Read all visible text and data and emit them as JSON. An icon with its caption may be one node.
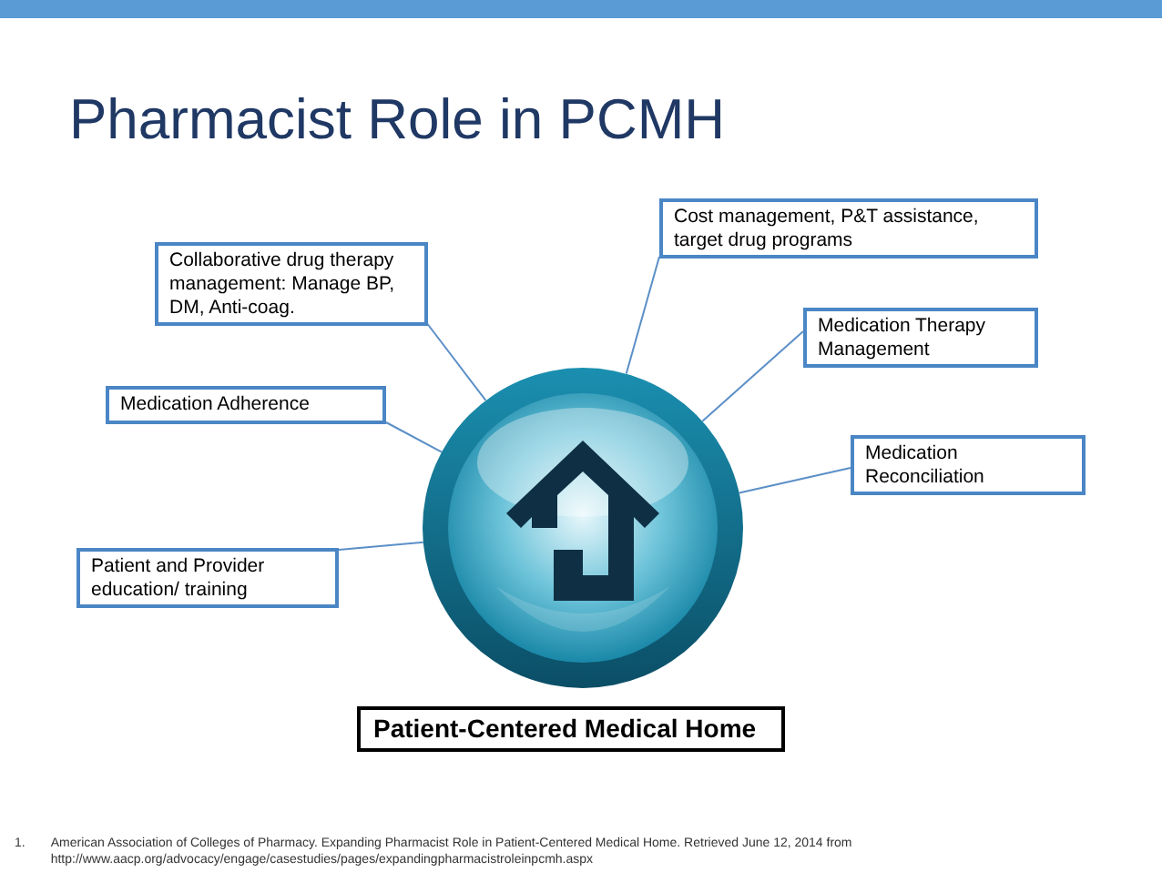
{
  "diagram": {
    "title": "Pharmacist Role in PCMH",
    "nodes": [
      {
        "text": [],
        "shape": "picture"
      },
      {
        "text": [
          "Cost management, P&T assistance, target drug programs"
        ]
      },
      {
        "text": [
          "Collaborative drug therapy management: Manage BP, DM, Anti-coag."
        ]
      },
      {
        "text": [
          "Medication Therapy Management"
        ]
      },
      {
        "text": [
          "Medication Adherence"
        ]
      },
      {
        "text": [
          "Medication Reconciliation"
        ]
      },
      {
        "text": [
          "Patient and Provider education/ training"
        ]
      },
      {
        "text": [
          "Patient-Centered Medical Home"
        ]
      }
    ],
    "edges": [
      {
        "from": 1,
        "to": 0,
        "arrow": "none"
      },
      {
        "from": 2,
        "to": 0,
        "arrow": "none"
      },
      {
        "from": 3,
        "to": 0,
        "arrow": "none"
      },
      {
        "from": 4,
        "to": 0,
        "arrow": "none"
      },
      {
        "from": 5,
        "to": 0,
        "arrow": "none"
      },
      {
        "from": 6,
        "to": 0,
        "arrow": "none"
      }
    ],
    "labels": [
      "1.",
      "American Association of Colleges of Pharmacy. Expanding Pharmacist Role in Patient-Centered Medical Home. Retrieved June 12, 2014 from http://www.aacp.org/advocacy/engage/casestudies/pages/expandingpharmacistroleinpcmh.aspx"
    ]
  }
}
